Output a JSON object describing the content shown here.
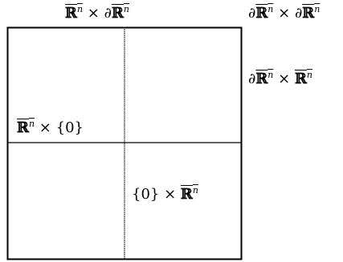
{
  "labels": {
    "top_edge": {
      "R": "ℝ",
      "n": "n",
      "times": "×",
      "partial": "∂"
    },
    "top_right_corner": {
      "partial": "∂",
      "R": "ℝ",
      "n": "n",
      "times": "×"
    },
    "right_edge": {
      "partial": "∂",
      "R": "ℝ",
      "n": "n",
      "times": "×"
    },
    "horizontal_axis": {
      "R": "ℝ",
      "n": "n",
      "times": "×",
      "zero_set": "{0}"
    },
    "vertical_axis": {
      "zero_set": "{0}",
      "times": "×",
      "R": "ℝ",
      "n": "n"
    }
  }
}
